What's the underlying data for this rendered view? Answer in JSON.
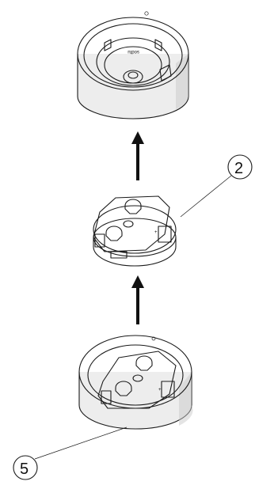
{
  "callouts": [
    {
      "number": "2"
    },
    {
      "number": "5"
    }
  ],
  "marks": {
    "housing_label": "sodtu",
    "plus_mark": "+"
  },
  "colors": {
    "line": "#1a1a1a",
    "shade": "#c9c9c9",
    "background": "#ffffff"
  }
}
